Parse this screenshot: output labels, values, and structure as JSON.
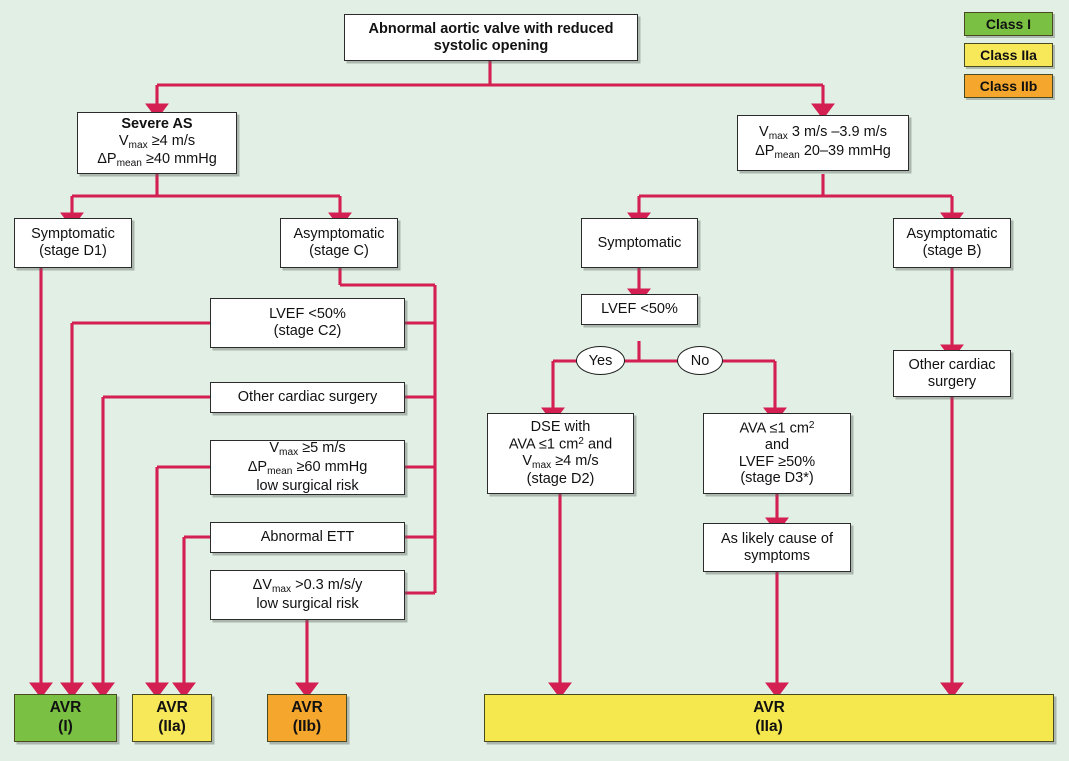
{
  "theme": {
    "background": "#e2efe4",
    "connector": "#d41f52",
    "box_border": "#2b2b2b",
    "class_i_color": "#7ac143",
    "class_iia_color": "#f5e84f",
    "class_iib_color": "#f5a62c"
  },
  "legend": {
    "items": [
      {
        "label": "Class I",
        "color": "#7ac143"
      },
      {
        "label": "Class IIa",
        "color": "#f7e85a"
      },
      {
        "label": "Class IIb",
        "color": "#f5a62c"
      }
    ]
  },
  "nodes": {
    "root": {
      "l1": "Abnormal aortic valve with reduced",
      "l2": "systolic opening"
    },
    "severe_as": {
      "l1": "Severe AS",
      "l2": "V",
      "l2sub": "max",
      "l2rest": " ≥4 m/s",
      "l3": "ΔP",
      "l3sub": "mean",
      "l3rest": " ≥40 mmHg"
    },
    "moderate_as": {
      "l1": "V",
      "l1sub": "max",
      "l1rest": " 3 m/s –3.9 m/s",
      "l2": "ΔP",
      "l2sub": "mean",
      "l2rest": " 20–39 mmHg"
    },
    "sympt_d1": {
      "l1": "Symptomatic",
      "l2": "(stage D1)"
    },
    "asympt_c": {
      "l1": "Asymptomatic",
      "l2": "(stage C)"
    },
    "sympt_mid": {
      "l1": "Symptomatic"
    },
    "asympt_b": {
      "l1": "Asymptomatic",
      "l2": "(stage B)"
    },
    "lvef_c2": {
      "l1": "LVEF <50%",
      "l2": "(stage C2)"
    },
    "other_cardiac_surgery_left": {
      "l1": "Other cardiac surgery"
    },
    "vmax5": {
      "l1": "V",
      "l1sub": "max",
      "l1rest": " ≥5 m/s",
      "l2": "ΔP",
      "l2sub": "mean",
      "l2rest": " ≥60 mmHg",
      "l3": "low surgical risk"
    },
    "abnormal_ett": {
      "l1": "Abnormal ETT"
    },
    "dvmax": {
      "l1": "ΔV",
      "l1sub": "max",
      "l1rest": " >0.3 m/s/y",
      "l2": "low surgical risk"
    },
    "lvef_mid": {
      "l1": "LVEF <50%"
    },
    "yes": {
      "label": "Yes"
    },
    "no": {
      "label": "No"
    },
    "dse": {
      "l1": "DSE with",
      "l2": "AVA ≤1 cm",
      "l2sup": "2",
      "l2rest": " and",
      "l3": "V",
      "l3sub": "max",
      "l3rest": " ≥4 m/s",
      "l4": "(stage D2)"
    },
    "ava_d3": {
      "l1": "AVA ≤1 cm",
      "l1sup": "2",
      "l2": "and",
      "l3": "LVEF ≥50%",
      "l4": "(stage D3*)"
    },
    "as_likely_cause": {
      "l1": "As likely cause of",
      "l2": "symptoms"
    },
    "other_cardiac_surgery_right": {
      "l1": "Other cardiac",
      "l2": "surgery"
    }
  },
  "outcomes": {
    "avr_i": {
      "l1": "AVR",
      "l2": "(I)",
      "color": "#7ac143"
    },
    "avr_iia_left": {
      "l1": "AVR",
      "l2": "(IIa)",
      "color": "#f7e85a"
    },
    "avr_iib": {
      "l1": "AVR",
      "l2": "(IIb)",
      "color": "#f5a62c"
    },
    "avr_iia_right": {
      "l1": "AVR",
      "l2": "(IIa)",
      "color": "#f5e84f"
    }
  }
}
